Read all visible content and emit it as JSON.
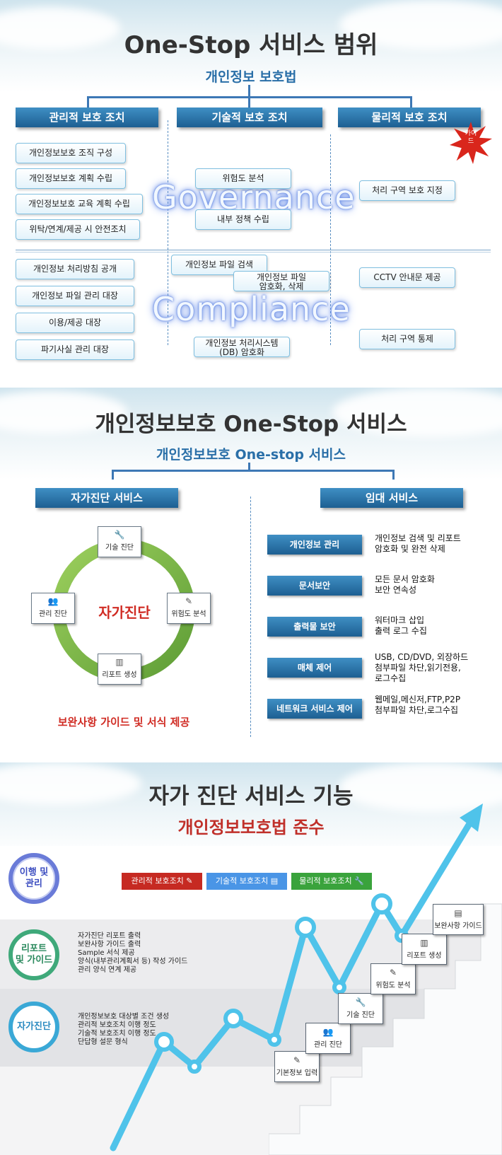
{
  "s1": {
    "title": "One-Stop 서비스 범위",
    "subtitle": "개인정보 보호법",
    "headers": [
      "관리적 보호 조치",
      "기술적 보호 조치",
      "물리적 보호 조치"
    ],
    "guide_badge": "가이드",
    "watermarks": [
      "Governance",
      "Compliance"
    ],
    "admin_gov": [
      "개인정보보호 조직 구성",
      "개인정보보호 계획 수립",
      "개인정보보호 교육 계획 수립",
      "위탁/연계/제공 시 안전조치"
    ],
    "tech_gov": [
      "위험도 분석",
      "내부 정책 수립"
    ],
    "phys_gov": [
      "처리 구역 보호 지정"
    ],
    "admin_comp": [
      "개인정보 처리방침 공개",
      "개인정보 파일 관리 대장",
      "이용/제공 대장",
      "파기사실 관리 대장"
    ],
    "tech_comp_1": "개인정보 파일 검색",
    "tech_comp_2a": "개인정보 파일",
    "tech_comp_2b": "암호화, 삭제",
    "tech_comp_3a": "개인정보 처리시스템",
    "tech_comp_3b": "(DB) 암호화",
    "phys_comp": [
      "CCTV 안내문 제공",
      "처리 구역 통제"
    ]
  },
  "s2": {
    "title": "개인정보보호 One-Stop 서비스",
    "subtitle": "개인정보보호 One-stop 서비스",
    "left_header": "자가진단 서비스",
    "right_header": "임대 서비스",
    "center_label": "자가진단",
    "nodes": [
      {
        "label": "기술 진단",
        "icon": "wrench-icon",
        "glyph": "🔧"
      },
      {
        "label": "위험도 분석",
        "icon": "edit-icon",
        "glyph": "✎"
      },
      {
        "label": "리포트 생성",
        "icon": "bar-chart-icon",
        "glyph": "▥"
      },
      {
        "label": "관리 진단",
        "icon": "users-icon",
        "glyph": "👥"
      }
    ],
    "bottom_note": "보완사항 가이드 및 서식 제공",
    "services": [
      {
        "name": "개인정보 관리",
        "desc1": "개인정보 검색 및 리포트",
        "desc2": "암호화 및 완전 삭제",
        "desc3": ""
      },
      {
        "name": "문서보안",
        "desc1": "모든 문서 암호화",
        "desc2": "보안 연속성",
        "desc3": ""
      },
      {
        "name": "출력물 보안",
        "desc1": "워터마크 삽입",
        "desc2": "출력 로그 수집",
        "desc3": ""
      },
      {
        "name": "매체 제어",
        "desc1": "USB, CD/DVD, 외장하드",
        "desc2": "첨부파일 차단,읽기전용,",
        "desc3": "로그수집"
      },
      {
        "name": "네트워크 서비스 제어",
        "desc1": "웹메일,메신저,FTP,P2P",
        "desc2": "첨부파일 차단,로그수집",
        "desc3": ""
      }
    ]
  },
  "s3": {
    "title": "자가 진단 서비스 기능",
    "subtitle": "개인정보보호법 준수",
    "band1_label_a": "이행 및",
    "band1_label_b": "관리",
    "pills": [
      {
        "label": "관리적 보호조치 ✎",
        "color": "#c62a22"
      },
      {
        "label": "기술적 보호조치 ▤",
        "color": "#4a95e6"
      },
      {
        "label": "물리적 보호조치 🔧",
        "color": "#3aa33c"
      }
    ],
    "band2_label_a": "리포트",
    "band2_label_b": "및 가이드",
    "band2_lines": [
      "자가진단 리포트 출력",
      "보완사항 가이드 출력",
      "Sample 서식 제공",
      "양식(내부관리계획서 등) 작성 가이드",
      "관리 양식 연계 제공"
    ],
    "band3_label": "자가진단",
    "band3_lines": [
      "개인정보보호 대상별 조건 생성",
      "관리적 보호조치 이행 정도",
      "기술적 보호조치 이행 정도",
      "단답형 설문 형식"
    ],
    "steps": [
      {
        "label": "기본정보 입력",
        "glyph": "✎",
        "icon": "pencil-icon"
      },
      {
        "label": "관리 진단",
        "glyph": "👥",
        "icon": "users-icon"
      },
      {
        "label": "기술 진단",
        "glyph": "🔧",
        "icon": "wrench-icon"
      },
      {
        "label": "위험도 분석",
        "glyph": "✎",
        "icon": "edit-icon"
      },
      {
        "label": "리포트 생성",
        "glyph": "▥",
        "icon": "bar-chart-icon"
      },
      {
        "label": "보완사항 가이드",
        "glyph": "▤",
        "icon": "book-icon"
      }
    ],
    "colors": {
      "line": "#4fc3ea",
      "band_gray": "#e9eaec",
      "red_title": "#c0302a"
    }
  }
}
